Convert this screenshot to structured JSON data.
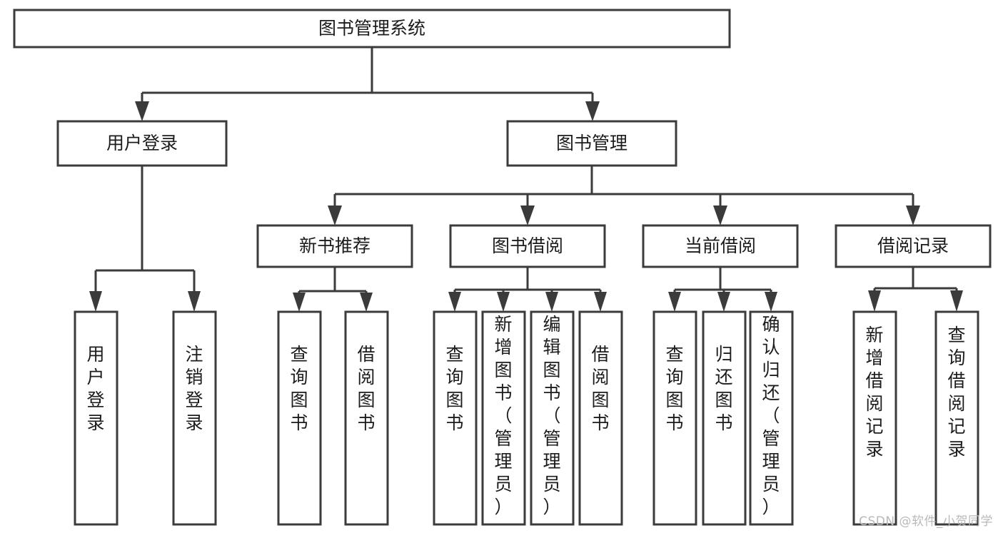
{
  "diagram": {
    "type": "tree",
    "title": "图书管理系统",
    "watermark": "CSDN @软件_小贺同学",
    "colors": {
      "box_fill": "#ffffff",
      "box_stroke": "#3b3b3b",
      "text": "#1c1c1c",
      "watermark": "#b9b9b9",
      "background": "#ffffff"
    },
    "nodes": {
      "root": {
        "label": "图书管理系统",
        "orientation": "horizontal"
      },
      "level2": [
        {
          "id": "user-login",
          "label": "用户登录",
          "orientation": "horizontal"
        },
        {
          "id": "book-manage",
          "label": "图书管理",
          "orientation": "horizontal"
        }
      ],
      "level3": [
        {
          "id": "new-book-recommend",
          "label": "新书推荐",
          "orientation": "horizontal"
        },
        {
          "id": "book-borrow",
          "label": "图书借阅",
          "orientation": "horizontal"
        },
        {
          "id": "current-borrow",
          "label": "当前借阅",
          "orientation": "horizontal"
        },
        {
          "id": "borrow-record",
          "label": "借阅记录",
          "orientation": "horizontal"
        }
      ],
      "leaves": [
        {
          "id": "leaf-user-login",
          "parent": "user-login",
          "label": "用户登录",
          "orientation": "vertical"
        },
        {
          "id": "leaf-logout-login",
          "parent": "user-login",
          "label": "注销登录",
          "orientation": "vertical"
        },
        {
          "id": "leaf-query-book-1",
          "parent": "new-book-recommend",
          "label": "查询图书",
          "orientation": "vertical"
        },
        {
          "id": "leaf-borrow-book-1",
          "parent": "new-book-recommend",
          "label": "借阅图书",
          "orientation": "vertical"
        },
        {
          "id": "leaf-query-book-2",
          "parent": "book-borrow",
          "label": "查询图书",
          "orientation": "vertical"
        },
        {
          "id": "leaf-add-book",
          "parent": "book-borrow",
          "label": "新增图书（管理员）",
          "orientation": "vertical"
        },
        {
          "id": "leaf-edit-book",
          "parent": "book-borrow",
          "label": "编辑图书（管理员）",
          "orientation": "vertical"
        },
        {
          "id": "leaf-borrow-book-2",
          "parent": "book-borrow",
          "label": "借阅图书",
          "orientation": "vertical"
        },
        {
          "id": "leaf-query-book-3",
          "parent": "current-borrow",
          "label": "查询图书",
          "orientation": "vertical"
        },
        {
          "id": "leaf-return-book",
          "parent": "current-borrow",
          "label": "归还图书",
          "orientation": "vertical"
        },
        {
          "id": "leaf-confirm-return",
          "parent": "current-borrow",
          "label": "确认归还（管理员）",
          "orientation": "vertical"
        },
        {
          "id": "leaf-add-record",
          "parent": "borrow-record",
          "label": "新增借阅记录",
          "orientation": "vertical"
        },
        {
          "id": "leaf-query-record",
          "parent": "borrow-record",
          "label": "查询借阅记录",
          "orientation": "vertical"
        }
      ]
    }
  }
}
